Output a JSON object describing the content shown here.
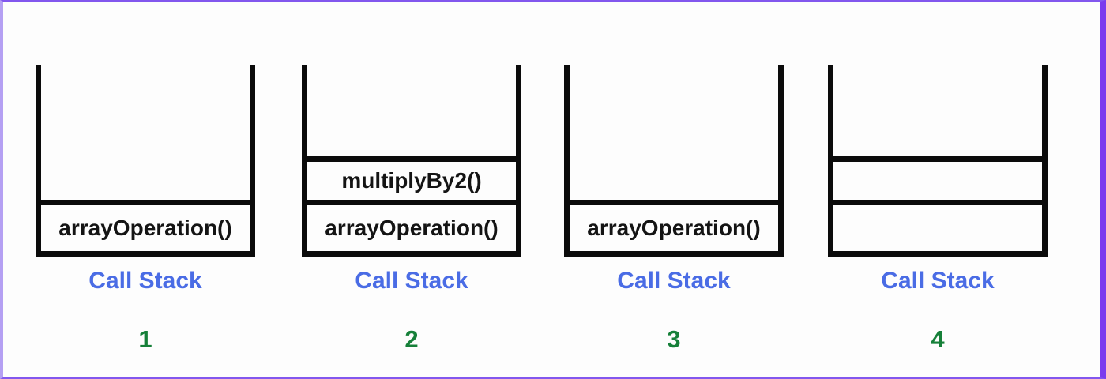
{
  "diagram": {
    "stacks": [
      {
        "label": "Call Stack",
        "step": "1",
        "frames": [
          {
            "text": "arrayOperation()"
          }
        ]
      },
      {
        "label": "Call Stack",
        "step": "2",
        "frames": [
          {
            "text": "arrayOperation()"
          },
          {
            "text": "multiplyBy2()"
          }
        ]
      },
      {
        "label": "Call Stack",
        "step": "3",
        "frames": [
          {
            "text": "arrayOperation()"
          }
        ]
      },
      {
        "label": "Call Stack",
        "step": "4",
        "frames": [
          {
            "text": ""
          },
          {
            "text": ""
          }
        ]
      }
    ],
    "colors": {
      "stroke": "#0b0b0b",
      "label": "#4a6ce5",
      "step": "#168039",
      "edge": "#8257ee",
      "border-left": "#b5a0f3",
      "border-right": "#7b3bee"
    }
  }
}
